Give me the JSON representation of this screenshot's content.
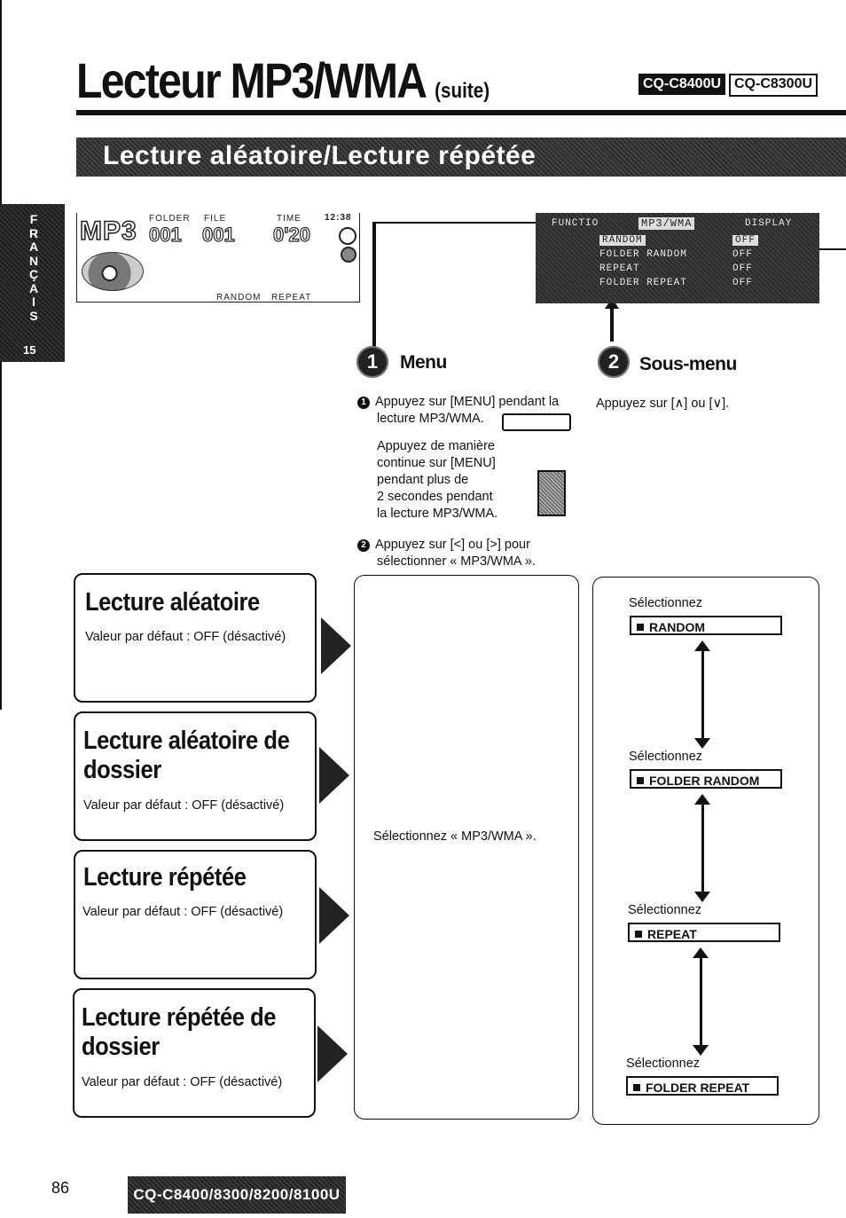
{
  "header": {
    "title": "Lecteur MP3/WMA",
    "title_suffix": "(suite)",
    "model_primary": "CQ-C8400U",
    "model_secondary": "CQ-C8300U"
  },
  "section_banner": "Lecture aléatoire/Lecture répétée",
  "side_tab": {
    "letters": [
      "F",
      "R",
      "A",
      "N",
      "Ç",
      "A",
      "I",
      "S"
    ],
    "number": "15"
  },
  "lcd": {
    "mode": "MP3",
    "folder_label": "FOLDER",
    "file_label": "FILE",
    "time_label": "TIME",
    "clock": "12:38",
    "folder_num": "001",
    "file_num": "001",
    "time_value": "0'20",
    "random_indicator": "RANDOM",
    "repeat_indicator": "REPEAT"
  },
  "screen": {
    "tabs": [
      "FUNCTIO",
      "MP3/WMA",
      "DISPLAY"
    ],
    "rows": [
      {
        "label": "RANDOM",
        "value": "OFF"
      },
      {
        "label": "FOLDER RANDOM",
        "value": "OFF"
      },
      {
        "label": "REPEAT",
        "value": "OFF"
      },
      {
        "label": "FOLDER REPEAT",
        "value": "OFF"
      }
    ]
  },
  "step1": {
    "number": "1",
    "title": "Menu",
    "item1_num": "1",
    "item1_line1": "Appuyez sur [MENU] pendant la",
    "item1_line2": "lecture MP3/WMA.",
    "alt_lines": [
      "Appuyez de manière",
      "continue sur [MENU]",
      "pendant plus de",
      "2 secondes pendant",
      "la lecture MP3/WMA."
    ],
    "item2_num": "2",
    "item2_line1": "Appuyez sur [<] ou [>] pour",
    "item2_line2": "sélectionner « MP3/WMA »."
  },
  "step2": {
    "number": "2",
    "title": "Sous-menu",
    "text": "Appuyez sur [∧] ou [∨]."
  },
  "features": [
    {
      "title_line1": "Lecture aléatoire",
      "title_line2": "",
      "default": "Valeur par défaut : OFF (désactivé)"
    },
    {
      "title_line1": "Lecture aléatoire de",
      "title_line2": "dossier",
      "default": "Valeur par défaut : OFF (désactivé)"
    },
    {
      "title_line1": "Lecture répétée",
      "title_line2": "",
      "default": "Valeur par défaut : OFF (désactivé)"
    },
    {
      "title_line1": "Lecture répétée de",
      "title_line2": "dossier",
      "default": "Valeur par défaut : OFF (désactivé)"
    }
  ],
  "middle_text": "Sélectionnez « MP3/WMA ».",
  "options": [
    {
      "select_label": "Sélectionnez",
      "name": "RANDOM"
    },
    {
      "select_label": "Sélectionnez",
      "name": "FOLDER RANDOM"
    },
    {
      "select_label": "Sélectionnez",
      "name": "REPEAT"
    },
    {
      "select_label": "Sélectionnez",
      "name": "FOLDER REPEAT"
    }
  ],
  "footer": {
    "page_number": "86",
    "model_range": "CQ-C8400/8300/8200/8100U"
  }
}
